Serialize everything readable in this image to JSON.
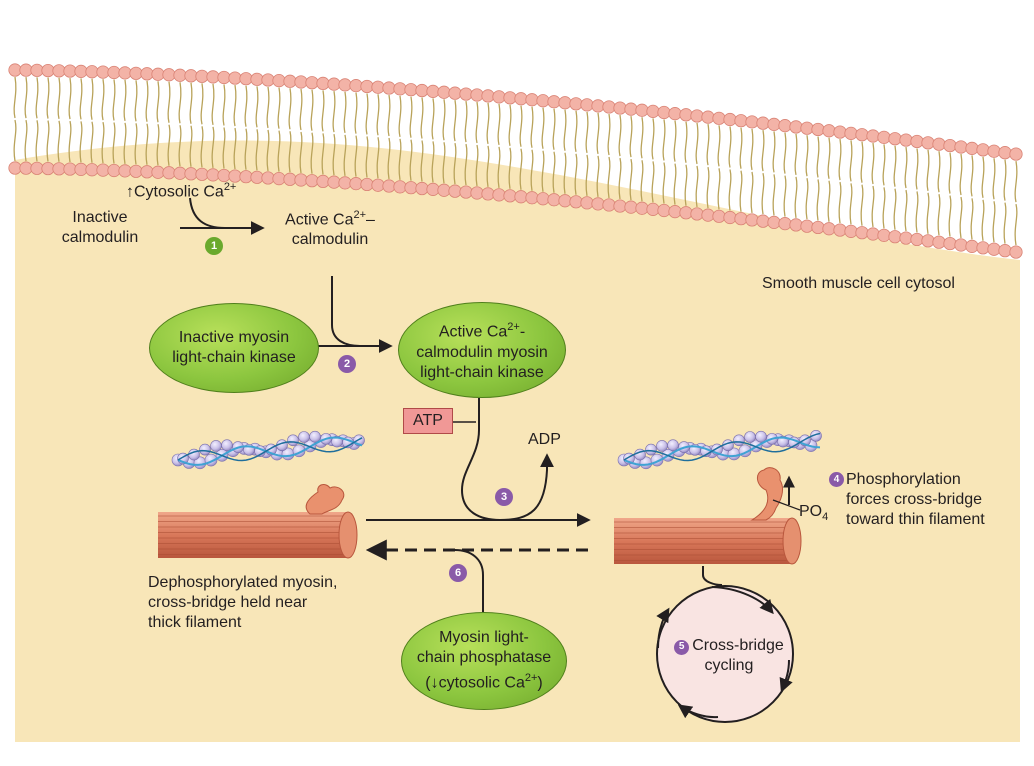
{
  "colors": {
    "cytosol": "#f8e6b8",
    "membrane_head": "#f3b3a7",
    "membrane_tail": "#b9a35a",
    "oval_green": "#8cc63f",
    "atp_box": "#f09896",
    "badge_purple": "#8a5aa8",
    "badge_green": "#6aa92d",
    "thick_filament": "#d9785a",
    "thin_filament_bead": "#c9c0e8",
    "thin_filament_strand": "#3fa3d3"
  },
  "labels": {
    "cytosolic_ca_prefix": "↑Cytosolic Ca",
    "cytosolic_ca_sup": "2+",
    "inactive_calmodulin_line1": "Inactive",
    "inactive_calmodulin_line2": "calmodulin",
    "active_calmodulin_line1_prefix": "Active Ca",
    "active_calmodulin_line1_sup": "2+",
    "active_calmodulin_line1_suffix": "–",
    "active_calmodulin_line2": "calmodulin",
    "cytosol_label": "Smooth muscle cell cytosol",
    "atp": "ATP",
    "adp": "ADP",
    "po4_prefix": "PO",
    "po4_sub": "4",
    "phosphorylation_line1": "Phosphorylation",
    "phosphorylation_line2": "forces cross-bridge",
    "phosphorylation_line3": "toward thin filament",
    "dephosphorylated_line1": "Dephosphorylated myosin,",
    "dephosphorylated_line2": "cross-bridge held near",
    "dephosphorylated_line3": "thick filament",
    "crossbridge_line1": "Cross-bridge",
    "crossbridge_line2": "cycling"
  },
  "ovals": {
    "inactive_mlck_line1": "Inactive myosin",
    "inactive_mlck_line2": "light-chain kinase",
    "active_mlck_line1_prefix": "Active Ca",
    "active_mlck_line1_sup": "2+",
    "active_mlck_line1_suffix": "-",
    "active_mlck_line2": "calmodulin myosin",
    "active_mlck_line3": "light-chain kinase",
    "phosphatase_line1": "Myosin light-",
    "phosphatase_line2": "chain phosphatase",
    "phosphatase_line3_prefix": "(↓cytosolic Ca",
    "phosphatase_line3_sup": "2+",
    "phosphatase_line3_suffix": ")"
  },
  "steps": [
    "1",
    "2",
    "3",
    "4",
    "5",
    "6"
  ]
}
